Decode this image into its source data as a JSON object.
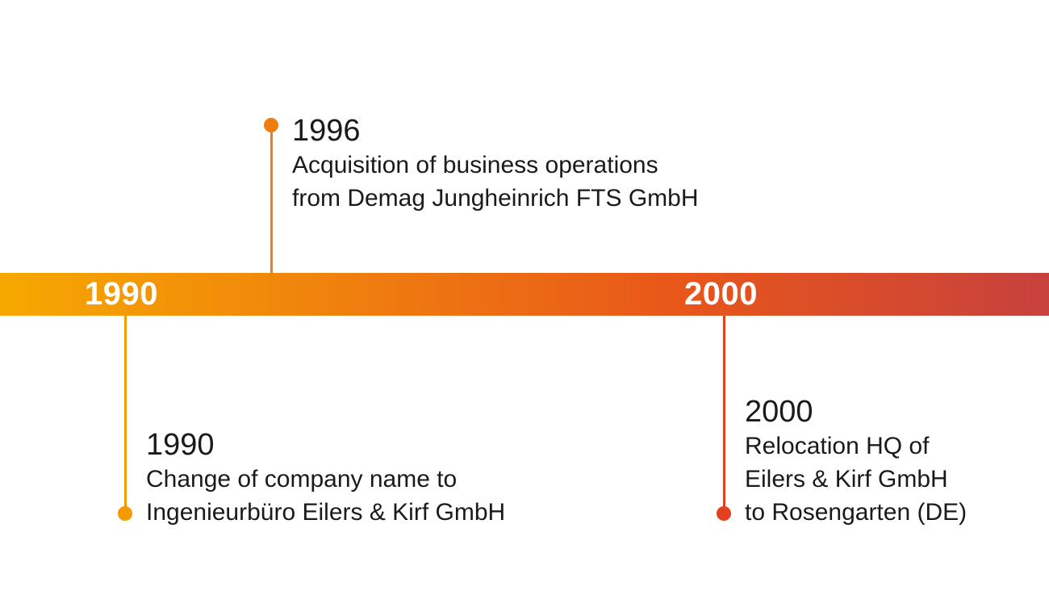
{
  "timeline": {
    "bar_labels": [
      "1990",
      "2000"
    ],
    "events": [
      {
        "year": "1996",
        "lines": [
          "Acquisition of business operations",
          "from Demag Jungheinrich FTS GmbH"
        ],
        "color": "#ef7d0f",
        "position": "above"
      },
      {
        "year": "1990",
        "lines": [
          "Change of company name to",
          "Ingenieurbüro Eilers & Kirf GmbH"
        ],
        "color": "#f39a00",
        "position": "below"
      },
      {
        "year": "2000",
        "lines": [
          "Relocation HQ of",
          "Eilers & Kirf GmbH",
          "to Rosengarten (DE)"
        ],
        "color": "#e2401f",
        "position": "below"
      }
    ],
    "gradient_colors": [
      "#f6a800",
      "#ef7d0f",
      "#e8561a",
      "#c7413d"
    ]
  }
}
